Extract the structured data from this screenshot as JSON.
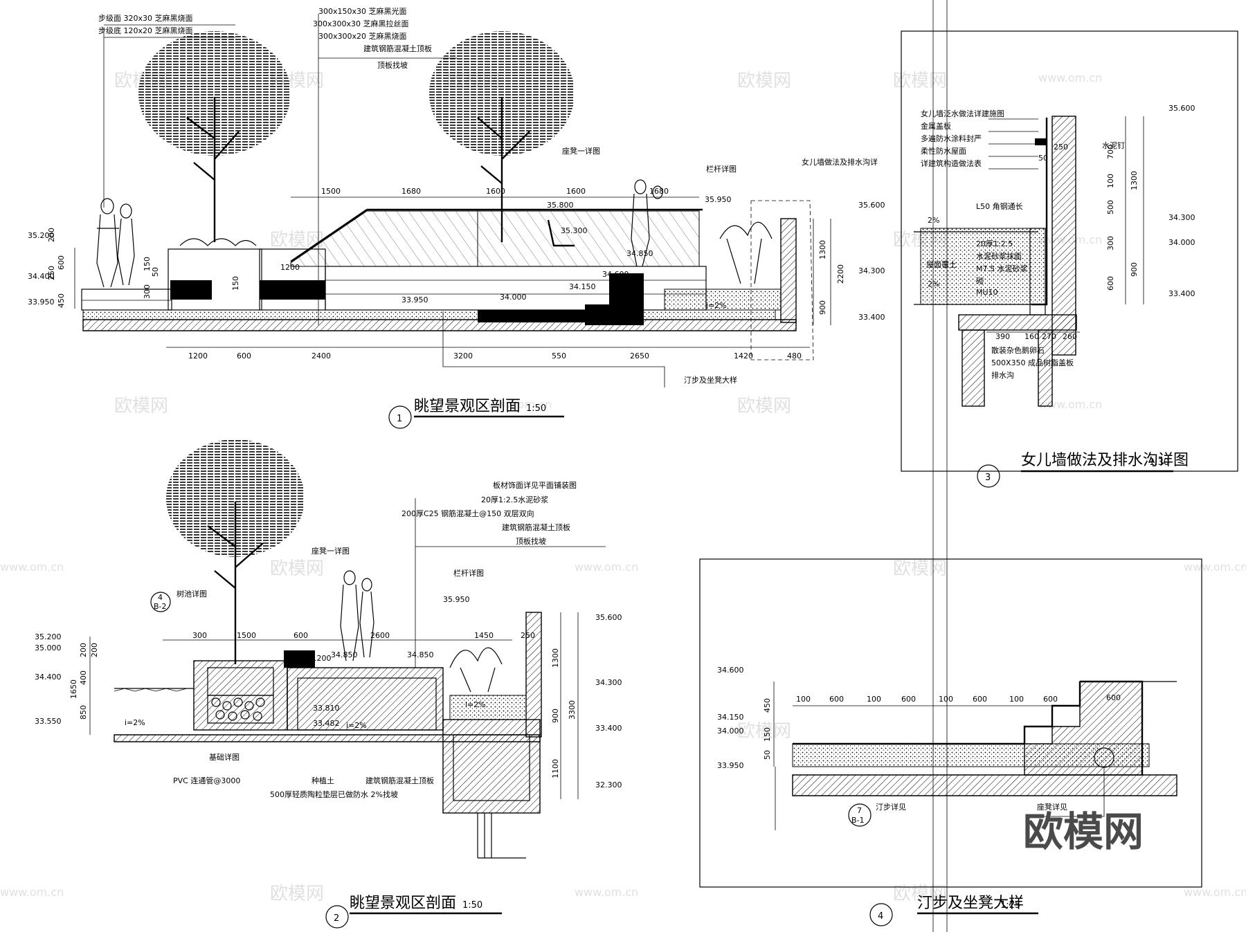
{
  "watermark": {
    "brand": "欧模网",
    "site": "www.om.cn",
    "logo_text": "欧模网"
  },
  "section1": {
    "title": "眺望景观区剖面",
    "scale": "1:50",
    "number": "1",
    "notes": [
      "步级面 320x30  芝麻黑烧面",
      "步级底 120x20  芝麻黑烧面"
    ],
    "notes2": [
      "300x150x30  芝麻黑光面",
      "300x300x30  芝麻黑拉丝面",
      "300x300x20  芝麻黑烧面",
      "建筑钢筋混凝土顶板",
      "顶板找坡"
    ],
    "callouts": {
      "seat": "座凳一详图",
      "rail": "栏杆详图",
      "parapet": "女儿墙做法及排水沟详",
      "steps": "汀步及坐凳大样"
    },
    "levels": [
      "35.200",
      "34.400",
      "33.950",
      "35.800",
      "35.300",
      "35.950",
      "35.600",
      "34.300",
      "33.400",
      "34.850",
      "34.600",
      "34.150",
      "34.000",
      "33.950"
    ],
    "vdims": [
      "200",
      "250",
      "600",
      "450",
      "150",
      "50",
      "300",
      "150",
      "1300",
      "2200",
      "900"
    ],
    "top_dims": [
      "1500",
      "1680",
      "1600",
      "1600",
      "1680",
      "1200"
    ],
    "bottom_dims": [
      "1200",
      "600",
      "2400",
      "3200",
      "550",
      "2650",
      "1420",
      "480"
    ],
    "slope": "i=2%"
  },
  "section2": {
    "title": "眺望景观区剖面",
    "scale": "1:50",
    "number": "2",
    "notes": [
      "板材饰面详见平面铺装图",
      "20厚1:2.5水泥砂浆",
      "200厚C25 钢筋混凝土@150 双层双向",
      "建筑钢筋混凝土顶板",
      "顶板找坡"
    ],
    "callouts": {
      "seat": "座凳一详图",
      "pool": "树池详图",
      "rail": "栏杆详图",
      "base": "基础详图"
    },
    "bottom_notes": [
      "PVC 连通管@3000",
      "种植土",
      "建筑钢筋混凝土顶板",
      "500厚轻质陶粒垫层已做防水  2%找坡"
    ],
    "levels": [
      "35.200",
      "35.000",
      "34.400",
      "33.550",
      "35.200",
      "34.850",
      "34.850",
      "35.950",
      "35.600",
      "34.300",
      "33.400",
      "32.300",
      "33.810",
      "33.482"
    ],
    "top_dims": [
      "300",
      "1500",
      "600",
      "2600",
      "1450",
      "250"
    ],
    "vdims": [
      "200",
      "200",
      "400",
      "1650",
      "850",
      "1300",
      "900",
      "3300",
      "1100"
    ],
    "slope": "i=2%",
    "tag": "4",
    "tag_sub": "B-2"
  },
  "section3": {
    "title": "女儿墙做法及排水沟详图",
    "scale": "1:30",
    "number": "3",
    "notes": [
      "女儿墙泛水做法详建施图",
      "金属盖板",
      "多遍防水涂料封严",
      "柔性防水屋面",
      "详建筑构造做法表",
      "L50 角钢通长",
      "20厚1:2.5",
      "水泥砂浆抹面",
      "M7.5 水泥砂浆",
      "砌",
      "MU10",
      "屋面覆土"
    ],
    "bottom": [
      "散装杂色鹅卵石",
      "500X350  成品树脂盖板",
      "排水沟"
    ],
    "dims_h": [
      "390",
      "160",
      "270",
      "260"
    ],
    "vdims": [
      "700",
      "100",
      "500",
      "300",
      "600",
      "1300",
      "900",
      "50",
      "250"
    ],
    "levels": [
      "35.600",
      "34.300",
      "34.000",
      "33.400"
    ],
    "extra": [
      "水泥钉",
      "2%",
      "2%"
    ]
  },
  "section4": {
    "title": "汀步及坐凳大样",
    "scale": "1:25",
    "number": "4",
    "levels": [
      "34.600",
      "34.150",
      "34.000",
      "33.950"
    ],
    "dims": [
      "100",
      "600",
      "100",
      "600",
      "100",
      "600",
      "100",
      "600"
    ],
    "seat_dim": "600",
    "vdims": [
      "450",
      "150",
      "50"
    ],
    "callouts": {
      "steps": "汀步详见",
      "steps_tag": "7",
      "steps_sub": "B-1",
      "seat": "座凳详见"
    }
  }
}
